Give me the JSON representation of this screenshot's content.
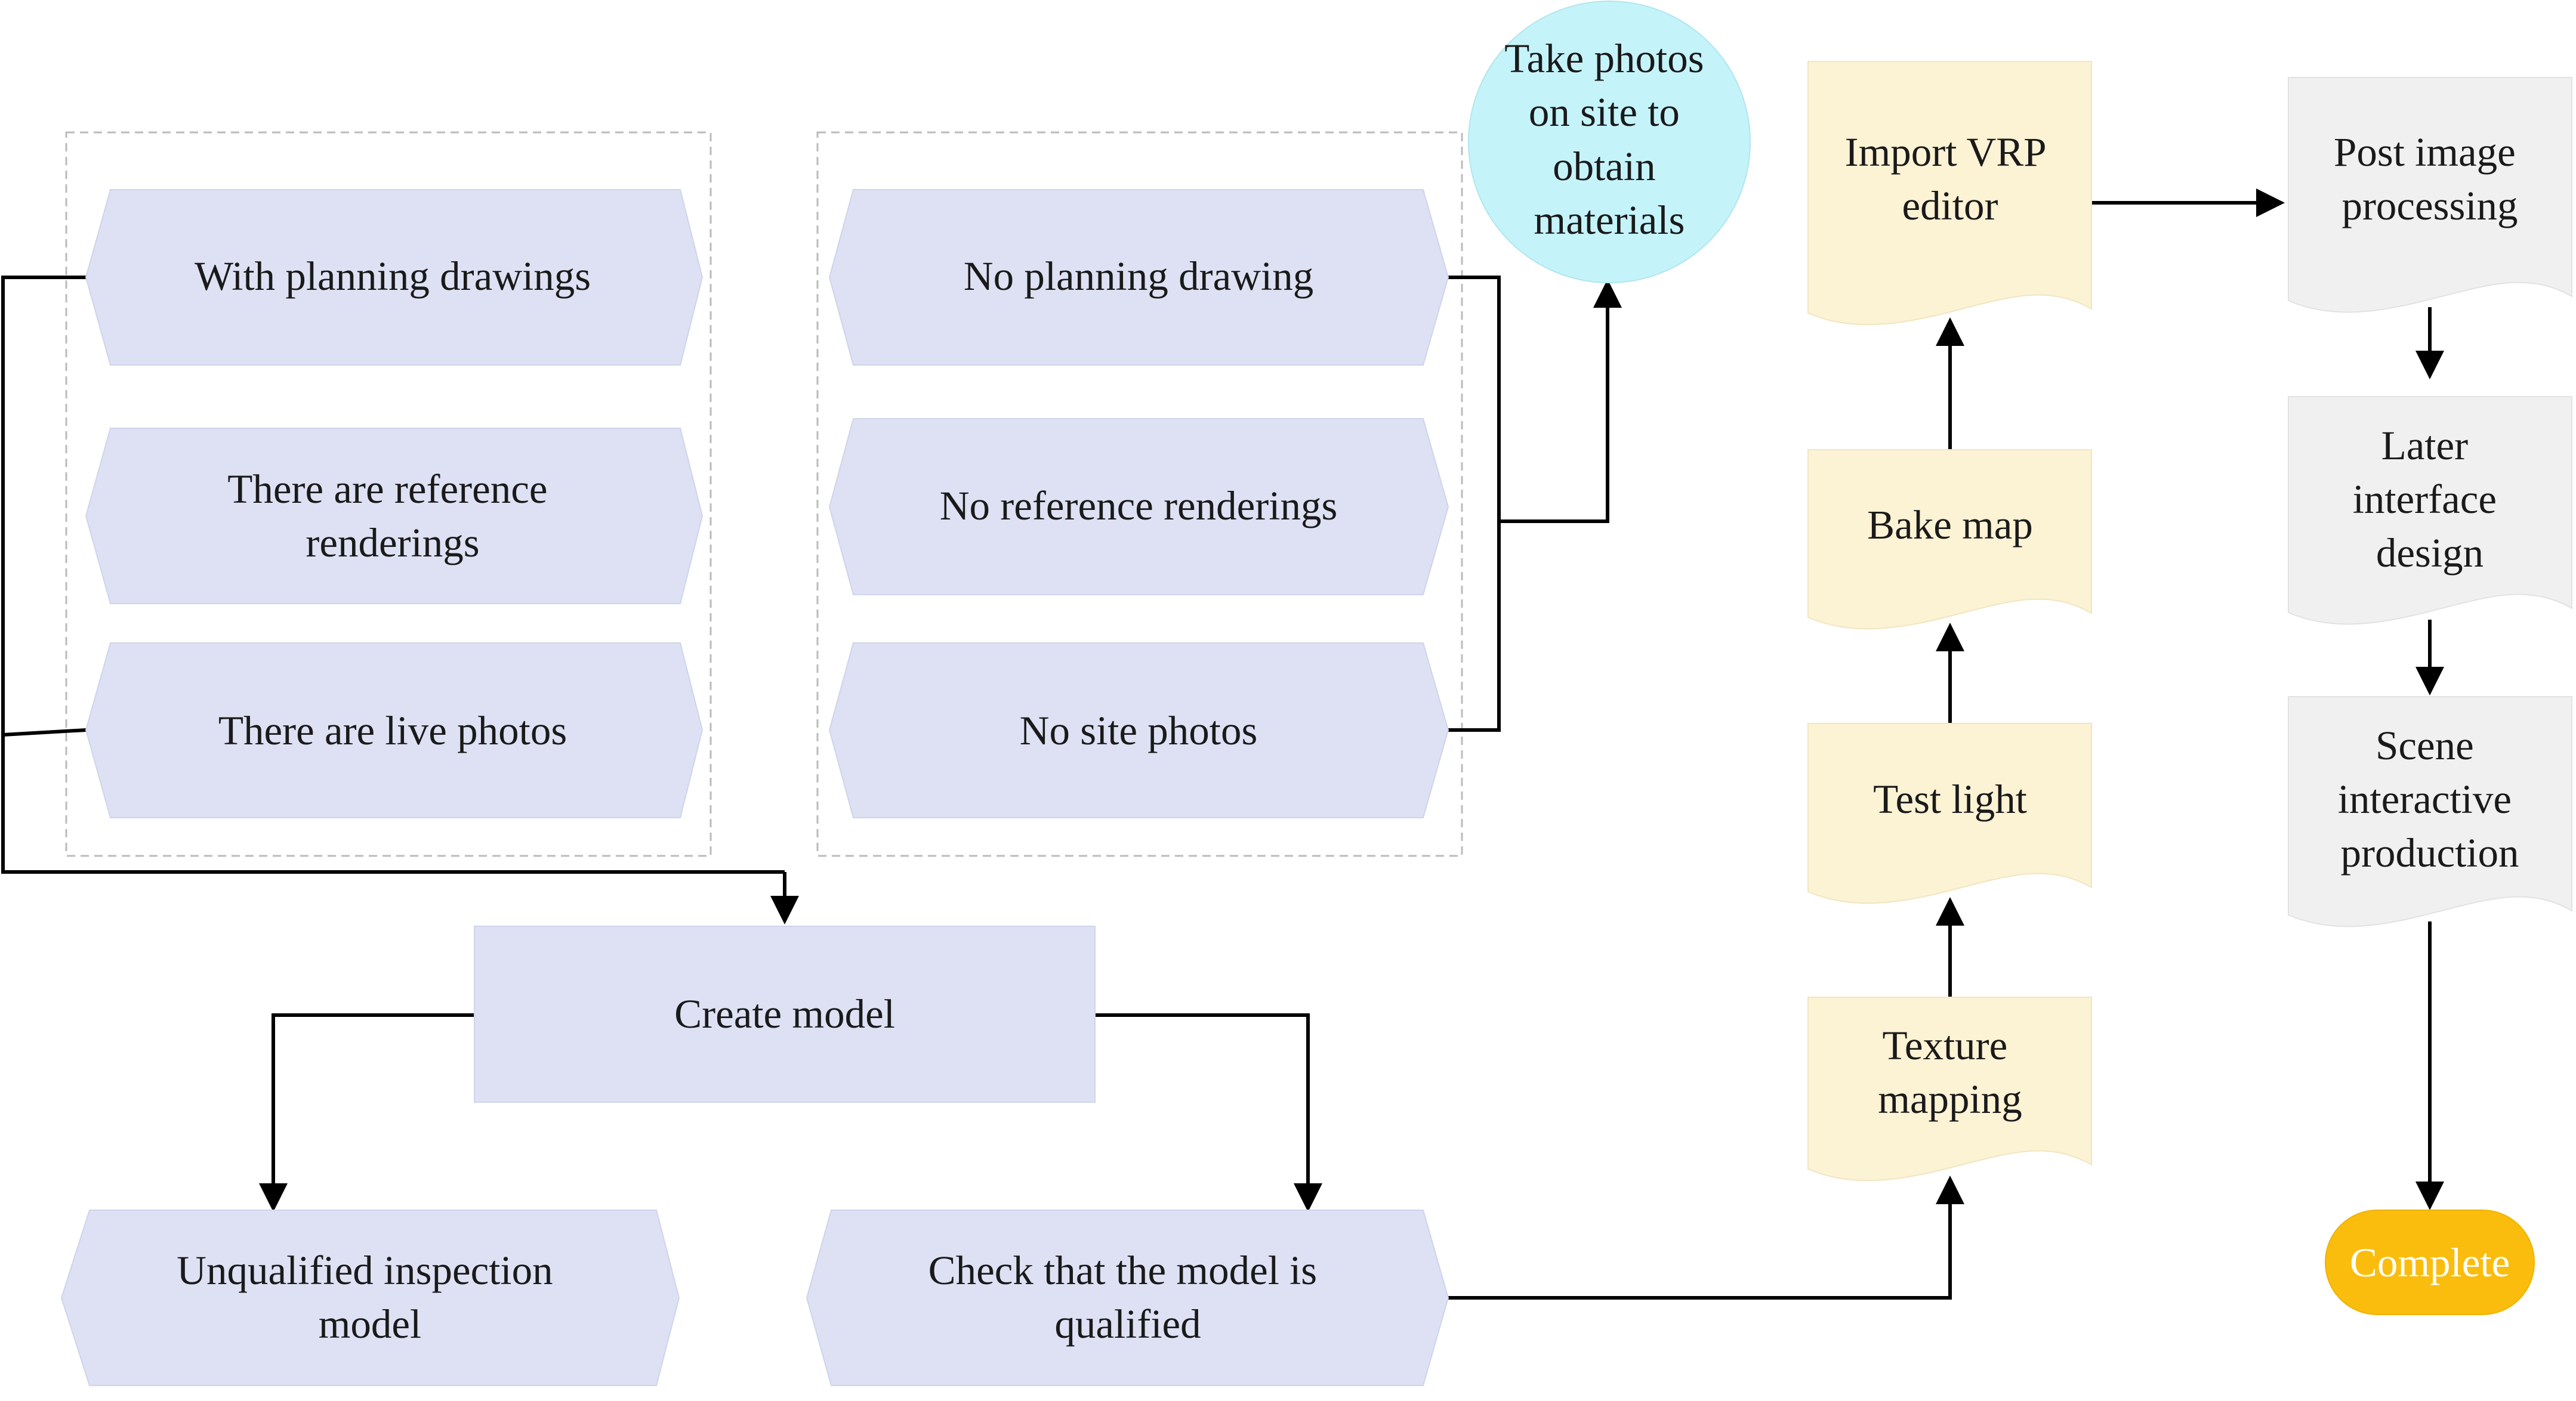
{
  "nodes": {
    "with_planning": {
      "lines": [
        "With planning drawings"
      ]
    },
    "reference_renderings": {
      "lines": [
        "There are reference",
        "renderings"
      ]
    },
    "live_photos": {
      "lines": [
        "There are live photos"
      ]
    },
    "no_planning": {
      "lines": [
        "No planning drawing"
      ]
    },
    "no_reference": {
      "lines": [
        "No reference renderings"
      ]
    },
    "no_site_photos": {
      "lines": [
        "No site photos"
      ]
    },
    "take_photos": {
      "lines": [
        "Take photos",
        "on site to",
        "obtain",
        "materials"
      ]
    },
    "create_model": {
      "lines": [
        "Create model"
      ]
    },
    "unqualified": {
      "lines": [
        "Unqualified inspection",
        "model"
      ]
    },
    "check_qualified": {
      "lines": [
        "Check that the model is",
        "qualified"
      ]
    },
    "texture_mapping": {
      "lines": [
        "Texture",
        "mapping"
      ]
    },
    "test_light": {
      "lines": [
        "Test light"
      ]
    },
    "bake_map": {
      "lines": [
        "Bake map"
      ]
    },
    "import_vrp": {
      "lines": [
        "Import VRP",
        "editor"
      ]
    },
    "post_image": {
      "lines": [
        "Post image",
        "processing"
      ]
    },
    "later_interface": {
      "lines": [
        "Later",
        "interface",
        "design"
      ]
    },
    "scene_interactive": {
      "lines": [
        "Scene",
        "interactive",
        "production"
      ]
    },
    "complete": {
      "lines": [
        "Complete"
      ]
    }
  },
  "colors": {
    "hexagon_fill": "#dde1f3",
    "document_fill": "#fcf2d4",
    "gray_document_fill": "#f0f0f0",
    "circle_fill": "#c5f3fa",
    "terminal_fill": "#fbbd0d",
    "line": "#000000",
    "group_border": "#bbbbbb"
  }
}
